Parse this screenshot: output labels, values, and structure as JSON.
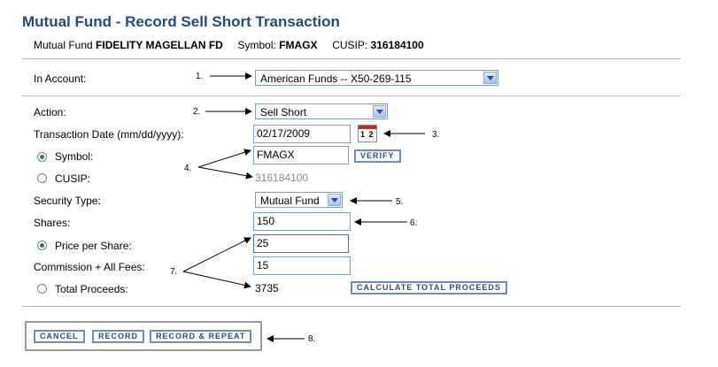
{
  "title": "Mutual Fund - Record Sell Short Transaction",
  "fund": {
    "label": "Mutual Fund",
    "name": "FIDELITY MAGELLAN FD",
    "symbol_label": "Symbol:",
    "symbol": "FMAGX",
    "cusip_label": "CUSIP:",
    "cusip": "316184100"
  },
  "account": {
    "label": "In Account:",
    "value": "American Funds -- X50-269-115"
  },
  "action": {
    "label": "Action:",
    "value": "Sell Short"
  },
  "date": {
    "label": "Transaction Date (mm/dd/yyyy):",
    "value": "02/17/2009"
  },
  "symbol": {
    "label": "Symbol:",
    "value": "FMAGX",
    "selected": true,
    "verify_label": "VERIFY"
  },
  "cusip": {
    "label": "CUSIP:",
    "value": "316184100",
    "selected": false
  },
  "security_type": {
    "label": "Security Type:",
    "value": "Mutual Fund"
  },
  "shares": {
    "label": "Shares:",
    "value": "150"
  },
  "price": {
    "label": "Price per Share:",
    "value": "25",
    "selected": true
  },
  "commission": {
    "label": "Commission + All Fees:",
    "value": "15"
  },
  "total": {
    "label": "Total Proceeds:",
    "value": "3735",
    "selected": false,
    "calc_label": "CALCULATE TOTAL PROCEEDS"
  },
  "buttons": {
    "cancel": "CANCEL",
    "record": "RECORD",
    "record_repeat": "RECORD & REPEAT"
  },
  "annotations": {
    "a1": "1.",
    "a2": "2.",
    "a3": "3.",
    "a4": "4.",
    "a5": "5.",
    "a6": "6.",
    "a7": "7.",
    "a8": "8."
  },
  "calendar_icon_text": "1 2",
  "colors": {
    "title": "#1f4e79",
    "button_text": "#2b4a84",
    "radio_selected": "#2e7d32"
  }
}
